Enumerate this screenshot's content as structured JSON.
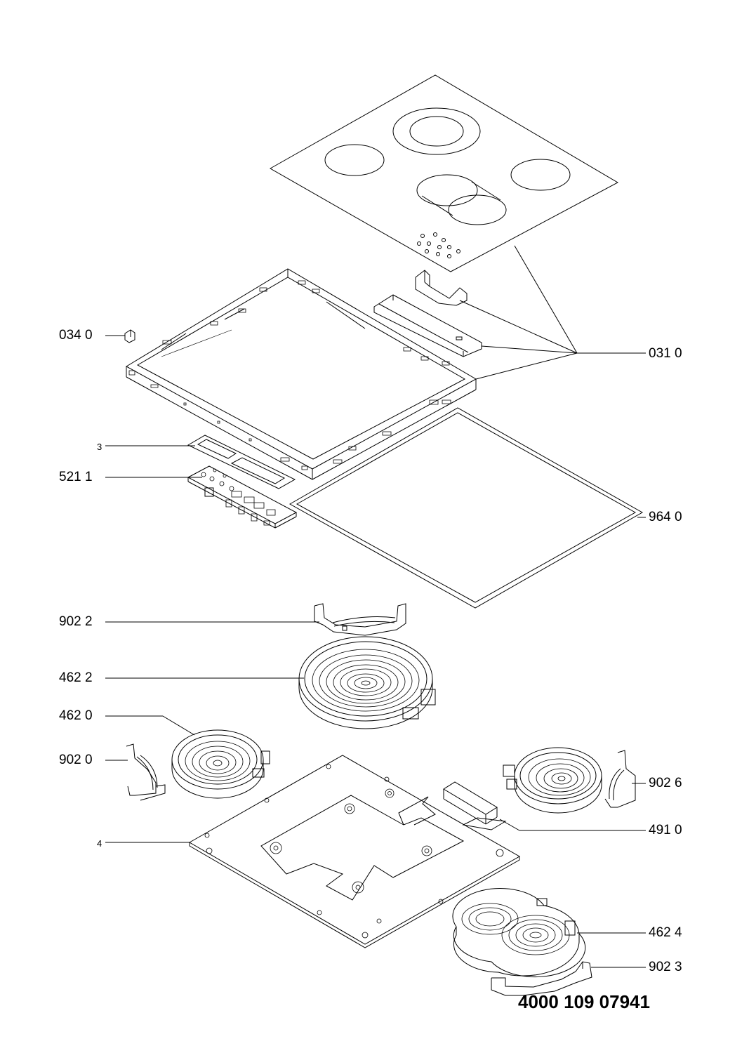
{
  "labels": {
    "p0340": "034 0",
    "p0310": "031 0",
    "p3": "3",
    "p5211": "521 1",
    "p9640": "964 0",
    "p9022": "902 2",
    "p4622": "462 2",
    "p4620": "462 0",
    "p9020": "902 0",
    "p9026": "902 6",
    "p4910": "491 0",
    "p4": "4",
    "p4624": "462 4",
    "p9023": "902 3"
  },
  "document_number": "4000 109 07941",
  "colors": {
    "line": "#000000",
    "background": "#ffffff"
  }
}
